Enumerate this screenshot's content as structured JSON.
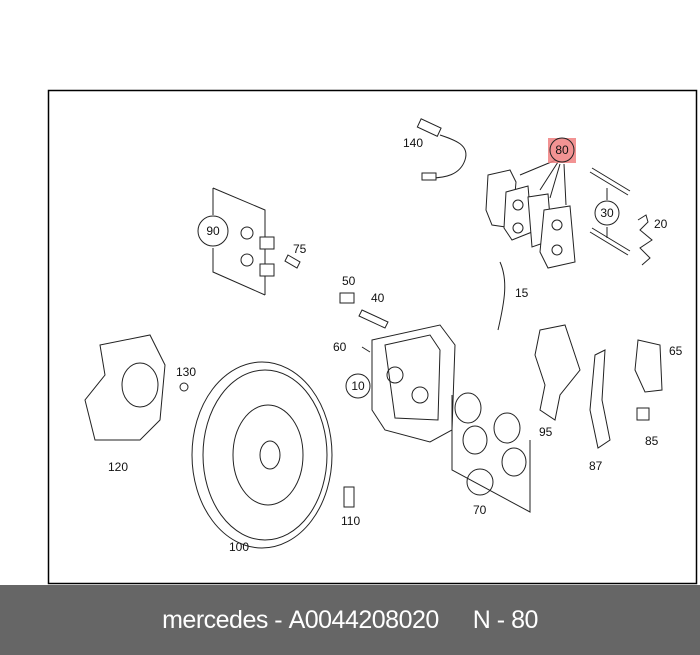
{
  "diagram": {
    "labels": {
      "p140": "140",
      "p80": "80",
      "p30": "30",
      "p20": "20",
      "p90": "90",
      "p75": "75",
      "p50": "50",
      "p40": "40",
      "p15": "15",
      "p60": "60",
      "p10": "10",
      "p130": "130",
      "p65": "65",
      "p95": "95",
      "p85": "85",
      "p87": "87",
      "p120": "120",
      "p70": "70",
      "p110": "110",
      "p100": "100"
    },
    "highlight_color": "#f08080"
  },
  "footer": {
    "brand": "mercedes",
    "separator": " - ",
    "part_number": "A0044208020",
    "position_label": "N - 80"
  }
}
